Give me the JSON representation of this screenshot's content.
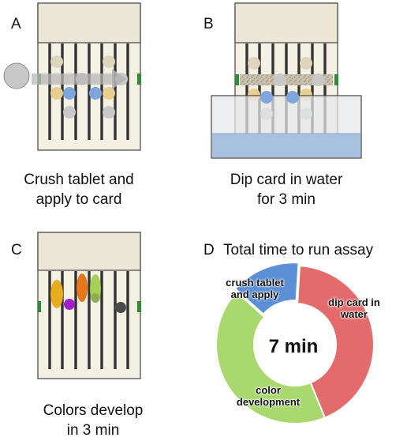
{
  "panels": {
    "a": {
      "letter": "A",
      "caption_lines": [
        "Crush tablet and",
        "apply to card"
      ]
    },
    "b": {
      "letter": "B",
      "caption_lines": [
        "Dip card in water",
        "for 3 min"
      ]
    },
    "c": {
      "letter": "C",
      "caption_lines": [
        "Colors develop",
        "in 3 min"
      ]
    },
    "d": {
      "letter": "D",
      "title": "Total time to run assay"
    }
  },
  "chart_data": {
    "type": "pie",
    "title": "Total time to run assay",
    "center_label": "7 min",
    "categories": [
      "crush tablet and apply",
      "dip card in water",
      "color development"
    ],
    "values": [
      1,
      3,
      3
    ],
    "unit": "min",
    "colors": [
      "#5b8fd6",
      "#e36b6b",
      "#a8d86e"
    ],
    "label_lines": [
      [
        "crush tablet",
        "and apply"
      ],
      [
        "dip card in",
        "water"
      ],
      [
        "color",
        "development"
      ]
    ]
  },
  "colors": {
    "card": "#f4f0e3",
    "card_header": "#ebe6d6",
    "lane": "#333333",
    "wax_bar": "#2e8b3a",
    "water": "#a9c1e0",
    "tank": "#e6e8ea",
    "tablet": "#c8c8c8",
    "spot_yellow": "#e8cf8e",
    "spot_blue": "#7ea6da",
    "spot_beige": "#ded6bc",
    "dev_yellow": "#e6ad1e",
    "dev_purple": "#a41fc7",
    "dev_orange": "#e8761d",
    "dev_green": "#9dcb45",
    "dev_gray": "#4a4a4a"
  }
}
